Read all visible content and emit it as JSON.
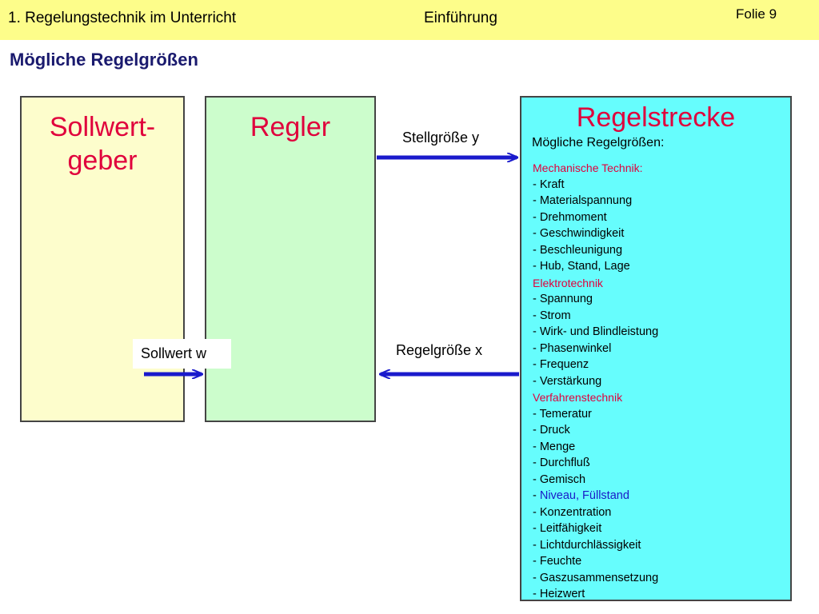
{
  "header": {
    "title": "1. Regelungstechnik im Unterricht",
    "subtitle": "Einführung",
    "slide_number": "Folie 9"
  },
  "page_title": "Mögliche  Regelgrößen",
  "diagram": {
    "sollwertgeber": {
      "line1": "Sollwert-",
      "line2": "geber"
    },
    "regler": {
      "label": "Regler"
    },
    "regelstrecke": {
      "label": "Regelstrecke",
      "subtitle": "Mögliche Regelgrößen:",
      "items": [
        "Mechanische Technik:",
        "- Kraft",
        "- Materialspannung",
        "- Drehmoment",
        "- Geschwindigkeit",
        "- Beschleunigung",
        "- Hub, Stand, Lage",
        "Elektrotechnik",
        "- Spannung",
        "- Strom",
        "- Wirk- und Blindleistung",
        "- Phasenwinkel",
        "- Frequenz",
        "- Verstärkung",
        "Verfahrenstechnik",
        "- Temeratur",
        "- Druck",
        "- Menge",
        "- Durchfluß",
        "- Gemisch",
        "- ",
        "Niveau, Füllstand",
        "- Konzentration",
        "- Leitfähigkeit",
        "- Lichtdurchlässigkeit",
        "- Feuchte",
        "- Gaszusammensetzung",
        "- Heizwert"
      ]
    },
    "signals": {
      "stellgroesse": "Stellgröße y",
      "regelgroesse": "Regelgröße x",
      "sollwert": "Sollwert w"
    },
    "colors": {
      "header_bg": "#fdfd8a",
      "sollwert_box": "#fdfdcc",
      "regler_box": "#ccfdcc",
      "strecke_box": "#66fdfd",
      "heading_red": "#e0003c",
      "arrow_blue": "#1a1acc"
    }
  }
}
